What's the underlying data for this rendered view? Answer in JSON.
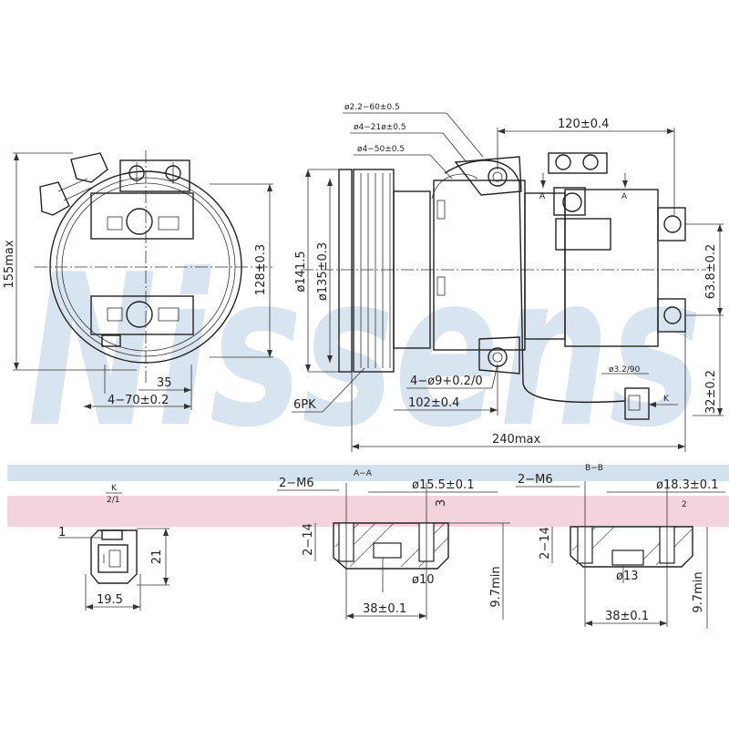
{
  "watermark": {
    "text": "Nissens",
    "color": "#b9cfe3"
  },
  "band_colors": {
    "blue": "#c4d6e7",
    "red": "#efc6d0"
  },
  "front_view": {
    "height_label": "155max",
    "vertical_label": "128±0.3",
    "bolt_pitch_label": "35",
    "bolt_spacing_label": "4−70±0.2"
  },
  "side_view": {
    "tolerance_1": "ø2.2−60±0.5",
    "tolerance_2": "ø4−21ø±0.5",
    "tolerance_3": "ø4−50±0.5",
    "width_120": "120±0.4",
    "pulley_dia": "ø141.5",
    "hub_dia": "ø135±0.3",
    "right_height": "63.8±0.2",
    "right_height_2": "32±0.2",
    "mount_holes": "4−ø9+0.2/0",
    "dim_102": "102±0.4",
    "pulley_type": "6PK",
    "overall_length": "240max",
    "small_label": "ø3.2/90",
    "section_mark": "A",
    "connector_mark": "K"
  },
  "connector_view": {
    "title_k": "K",
    "title_scale": "2/1",
    "pin_label": "1",
    "width_label": "19.5",
    "height_label": "21"
  },
  "section_a": {
    "title": "A−A",
    "thread_label": "2−M6",
    "bore_label": "ø15.5±0.1",
    "depth_label": "3",
    "thread_depth_label": "2−14",
    "inner_bore_label": "ø10",
    "spacing_label": "38±0.1",
    "min_depth_label": "9.7min"
  },
  "section_b": {
    "title": "B−B",
    "thread_label": "2−M6",
    "bore_label": "ø18.3±0.1",
    "depth_label": "2",
    "thread_depth_label": "2−14",
    "inner_bore_label": "ø13",
    "spacing_label": "38±0.1",
    "min_depth_label": "9.7min"
  }
}
